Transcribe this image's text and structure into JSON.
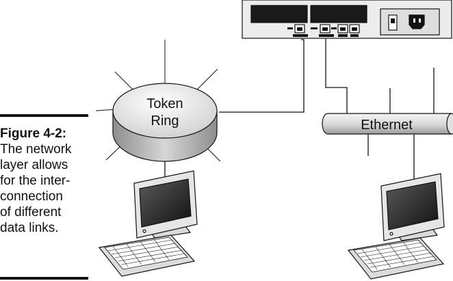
{
  "caption": {
    "label": "Figure 4-2:",
    "lines": [
      "The network",
      "layer allows",
      "for the inter-",
      "connection",
      "of different",
      "data links."
    ]
  },
  "nodes": {
    "token_ring": {
      "line1": "Token",
      "line2": "Ring"
    },
    "ethernet": {
      "label": "Ethernet"
    }
  },
  "colors": {
    "stroke": "#111111",
    "panel_dark": "#1a1a1a",
    "router_body": "#e8e8e8",
    "cylinder_light": "#f2f2f2",
    "cylinder_dark": "#b0b0b0",
    "screen": "#2b2b2b"
  }
}
